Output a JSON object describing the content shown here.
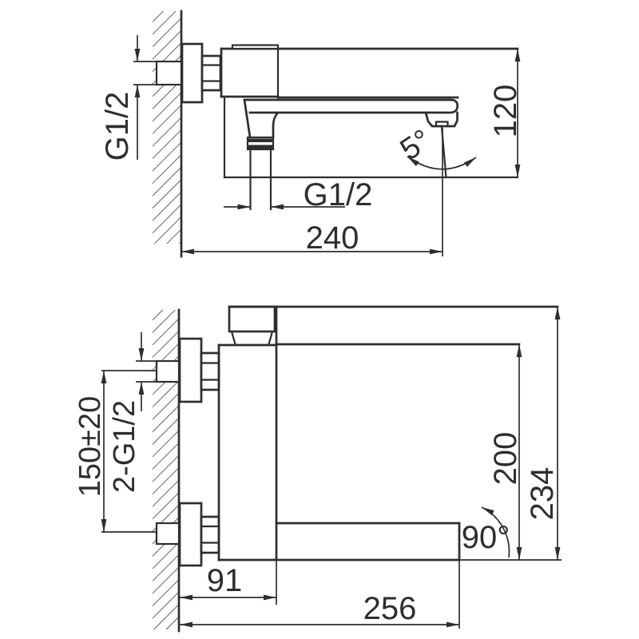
{
  "drawing": {
    "type": "technical-dimension-drawing",
    "subject": "wall-mounted single-lever bath faucet, two orthographic views",
    "colors": {
      "line": "#2e2e2e",
      "background": "#ffffff"
    },
    "labels": {
      "side_view": {
        "wall_thread": "G1/2",
        "outlet_thread": "G1/2",
        "spout_reach": "240",
        "overall_height": "120",
        "spout_tilt_angle": "5°"
      },
      "plan_view": {
        "connection_spacing": "150±20",
        "connection_thread": "2-G1/2",
        "wall_to_body": "91",
        "total_projection": "256",
        "spout_length": "200",
        "overall_length": "234",
        "swivel_angle": "90°"
      }
    }
  }
}
